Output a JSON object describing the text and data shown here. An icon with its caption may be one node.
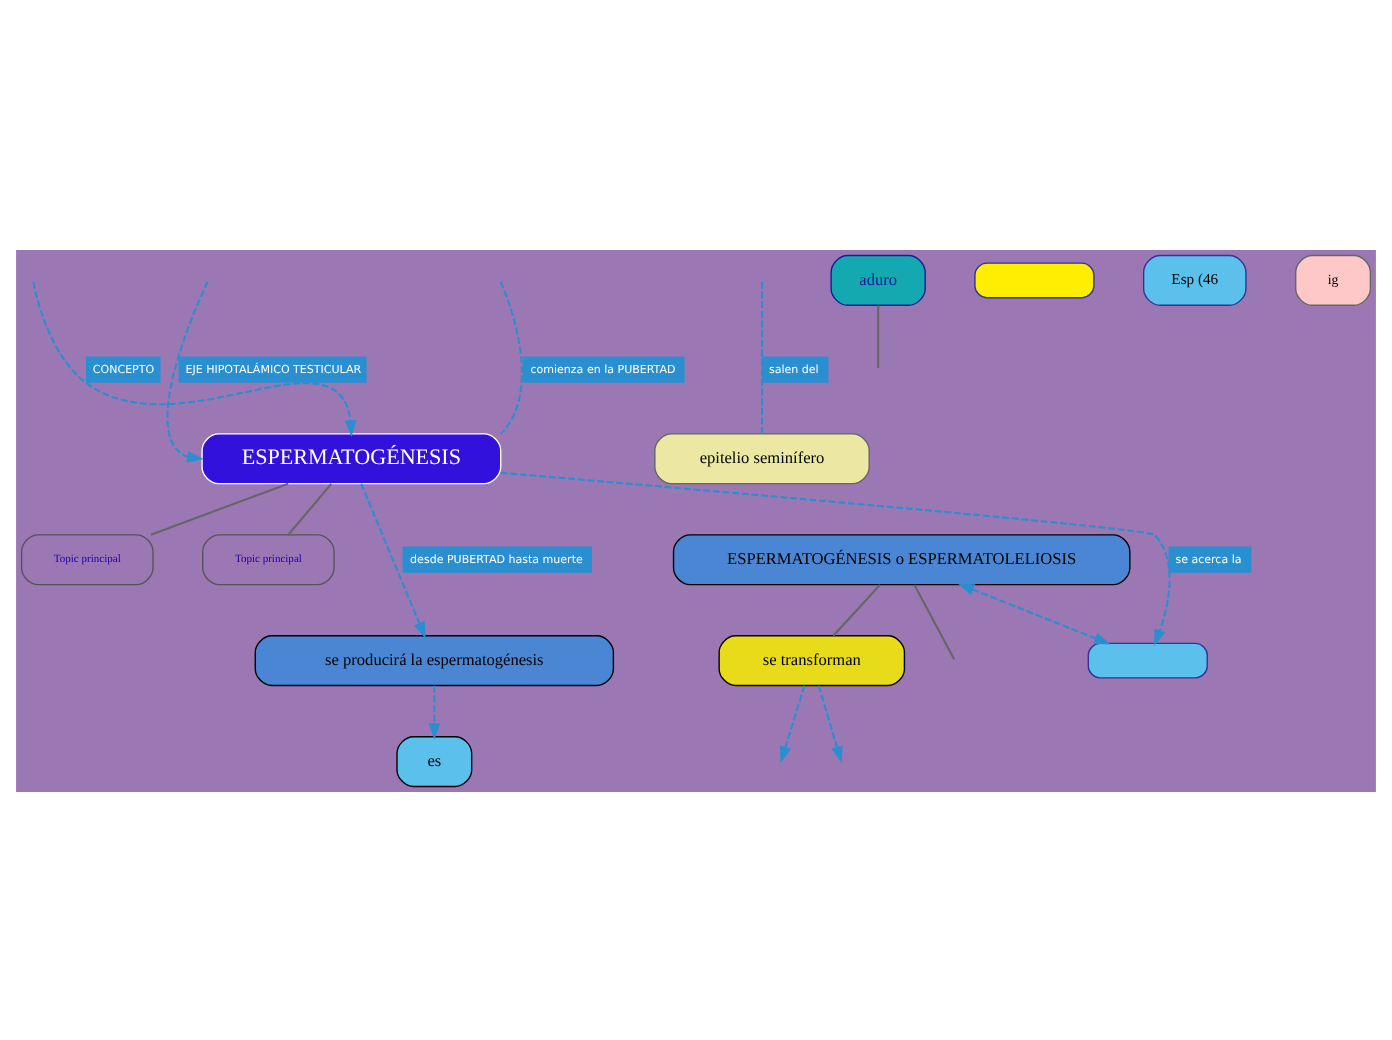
{
  "diagram": {
    "nodes": [
      {
        "text": [
          "ESPERMATOGÉNESIS"
        ]
      },
      {
        "text": [
          "Topic principal"
        ]
      },
      {
        "text": [
          "Topic principal"
        ]
      },
      {
        "text": [
          "se producirá la espermatogénesis"
        ]
      },
      {
        "text": [
          "es"
        ]
      },
      {
        "text": [
          "ESPERMATOGÉNESIS o ESPERMATOLELIOSIS"
        ]
      },
      {
        "text": [
          "se transforman"
        ]
      },
      {
        "text": [
          "epitelio seminífero"
        ]
      },
      {
        "text": [
          "aduro"
        ]
      },
      {
        "text": [],
        "shape": "box"
      },
      {
        "text": [
          "Esp (46"
        ]
      },
      {
        "text": [
          "ig"
        ]
      },
      {
        "text": [],
        "shape": "box"
      }
    ],
    "edges": [
      {
        "from": null,
        "to": 0,
        "arrow": "to",
        "label": "CONCEPTO",
        "style": "dashed"
      },
      {
        "from": null,
        "to": 0,
        "arrow": "to",
        "label": "EJE HIPOTALÁMICO TESTICULAR",
        "style": "dashed"
      },
      {
        "from": null,
        "to": 0,
        "arrow": "none",
        "label": "comienza en la PUBERTAD",
        "style": "dashed"
      },
      {
        "from": 0,
        "to": 3,
        "arrow": "to",
        "label": "desde PUBERTAD hasta muerte",
        "style": "dashed"
      },
      {
        "from": 3,
        "to": 4,
        "arrow": "to",
        "style": "dashed"
      },
      {
        "from": 0,
        "to": 1,
        "arrow": "none",
        "color": "#666666"
      },
      {
        "from": 0,
        "to": 2,
        "arrow": "none",
        "color": "#666666"
      },
      {
        "from": 0,
        "to": 12,
        "arrow": "to",
        "label": "se acerca la",
        "style": "dashed"
      },
      {
        "from": 5,
        "to": 12,
        "arrow": "both",
        "style": "dashed"
      },
      {
        "from": 5,
        "to": 6,
        "arrow": "none",
        "color": "#666666"
      },
      {
        "from": 6,
        "to": null,
        "arrow": "to",
        "style": "dashed"
      },
      {
        "from": 6,
        "to": null,
        "arrow": "to",
        "style": "dashed"
      },
      {
        "from": null,
        "to": 7,
        "arrow": "none",
        "label": "salen del",
        "style": "dashed"
      },
      {
        "from": 5,
        "to": null,
        "arrow": "none",
        "color": "#666666"
      },
      {
        "from": 8,
        "to": null,
        "arrow": "none",
        "color": "#666666"
      }
    ]
  }
}
